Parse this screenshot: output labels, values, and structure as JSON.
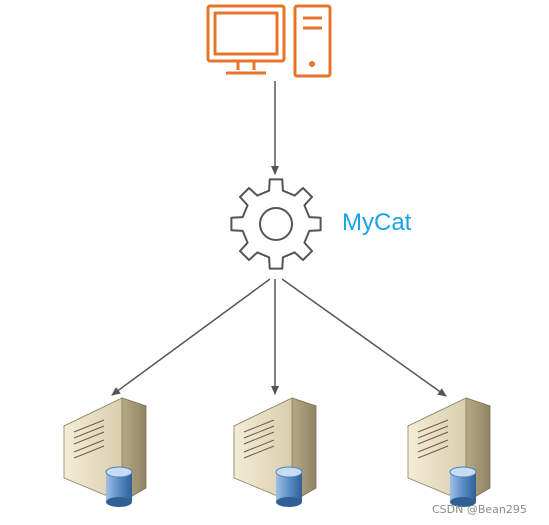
{
  "diagram": {
    "middleware_label": "MyCat",
    "watermark": "CSDN @Bean295",
    "nodes": [
      {
        "id": "client",
        "icon": "desktop-computer-icon"
      },
      {
        "id": "mycat",
        "icon": "gear-icon"
      },
      {
        "id": "db1",
        "icon": "database-server-icon"
      },
      {
        "id": "db2",
        "icon": "database-server-icon"
      },
      {
        "id": "db3",
        "icon": "database-server-icon"
      }
    ],
    "edges": [
      {
        "from": "client",
        "to": "mycat"
      },
      {
        "from": "mycat",
        "to": "db1"
      },
      {
        "from": "mycat",
        "to": "db2"
      },
      {
        "from": "mycat",
        "to": "db3"
      }
    ]
  },
  "colors": {
    "client": "#e8742a",
    "gear": "#555555",
    "label": "#1aa3e8",
    "edge": "#555555",
    "server_face": "#ece3c8",
    "server_side": "#b9ad8c",
    "cylinder": "#4d7fb6"
  }
}
